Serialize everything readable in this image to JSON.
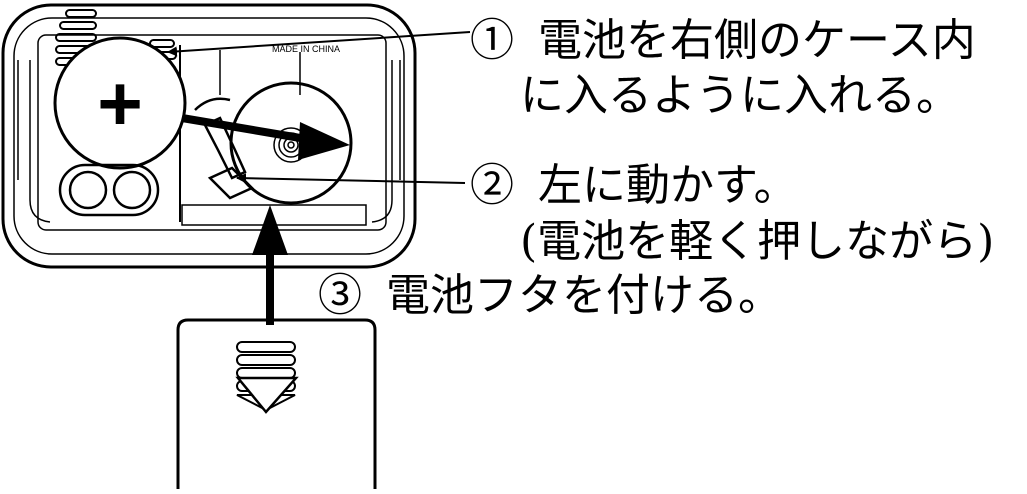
{
  "device": {
    "made_in_label": "MADE IN CHINA",
    "plus_symbol": "+"
  },
  "steps": [
    {
      "id": "step-1",
      "number": "①",
      "lines": [
        "電池を右側のケース内",
        "に入るように入れる。"
      ]
    },
    {
      "id": "step-2",
      "number": "②",
      "lines": [
        "左に動かす。",
        "(電池を軽く押しながら)"
      ]
    },
    {
      "id": "step-3",
      "number": "③",
      "lines": [
        "電池フタを付ける。"
      ]
    }
  ],
  "colors": {
    "line": "#000000",
    "background": "#ffffff"
  }
}
